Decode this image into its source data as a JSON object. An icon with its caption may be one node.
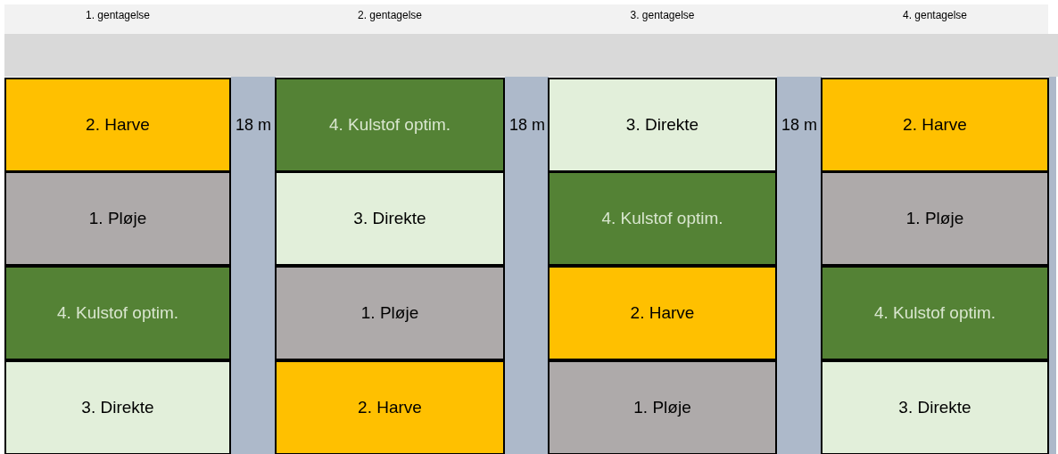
{
  "diagram": {
    "nodes": [
      {
        "text": [
          "2. Harve"
        ]
      },
      {
        "text": [
          "4. Kulstof optim."
        ]
      },
      {
        "text": [
          "3. Direkte"
        ]
      },
      {
        "text": [
          "2. Harve"
        ]
      },
      {
        "text": [
          "1. Pløje"
        ]
      },
      {
        "text": [
          "3. Direkte"
        ]
      },
      {
        "text": [
          "4. Kulstof optim."
        ]
      },
      {
        "text": [
          "1. Pløje"
        ]
      },
      {
        "text": [
          "4. Kulstof optim."
        ]
      },
      {
        "text": [
          "1. Pløje"
        ]
      },
      {
        "text": [
          "2. Harve"
        ]
      },
      {
        "text": [
          "4. Kulstof optim."
        ]
      },
      {
        "text": [
          "3. Direkte"
        ]
      },
      {
        "text": [
          "2. Harve"
        ]
      },
      {
        "text": [
          "1. Pløje"
        ]
      },
      {
        "text": [
          "3. Direkte"
        ]
      }
    ],
    "labels": [
      "1. gentagelse",
      "2. gentagelse",
      "3. gentagelse",
      "4. gentagelse",
      "18 m",
      "18 m",
      "18 m"
    ]
  }
}
